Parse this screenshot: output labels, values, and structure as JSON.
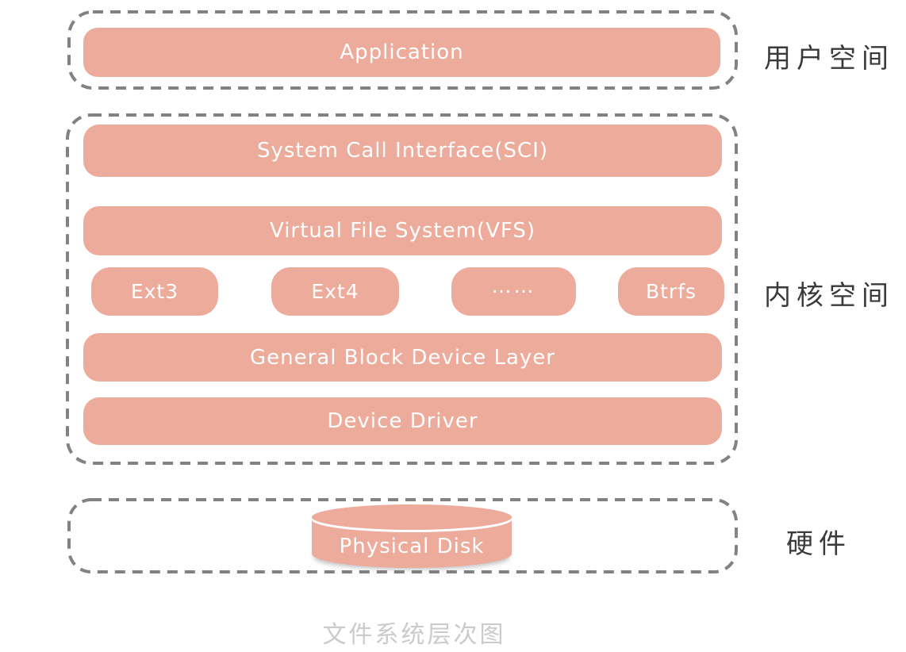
{
  "caption": "文件系统层次图",
  "regions": {
    "user_space": {
      "label": "用户空间",
      "application": "Application"
    },
    "kernel_space": {
      "label": "内核空间",
      "sci": "System Call Interface(SCI)",
      "vfs": "Virtual File System(VFS)",
      "filesystems": [
        "Ext3",
        "Ext4",
        "……",
        "Btrfs"
      ],
      "block_layer": "General Block Device Layer",
      "device_driver": "Device Driver"
    },
    "hardware": {
      "label": "硬件",
      "disk": "Physical Disk"
    }
  },
  "colors": {
    "box_fill": "#EDAB9B",
    "box_text": "#FFFFFF",
    "dash_border": "#828282",
    "side_label": "#3A3A3A",
    "caption_text": "#CBCBCB"
  }
}
